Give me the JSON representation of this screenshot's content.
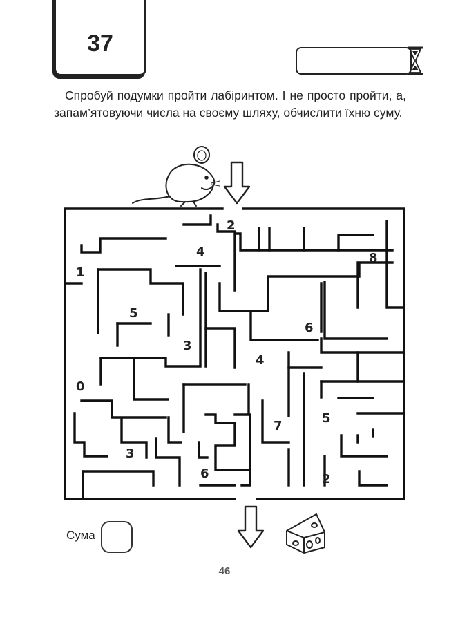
{
  "header": {
    "task_number": "37"
  },
  "instructions": "Спробуй подумки пройти лабіринтом. І не просто пройти, а, запам’ятовуючи числа на своєму шляху, обчислити їхню суму.",
  "maze": {
    "numbers": [
      "2",
      "4",
      "1",
      "8",
      "5",
      "3",
      "6",
      "4",
      "0",
      "5",
      "7",
      "3",
      "6",
      "2"
    ]
  },
  "icons": {
    "start_character": "mouse-icon",
    "goal": "cheese-icon",
    "timer": "hourglass-icon",
    "direction": "arrow-down-icon"
  },
  "footer": {
    "sum_label": "Сума",
    "page_number": "46"
  }
}
